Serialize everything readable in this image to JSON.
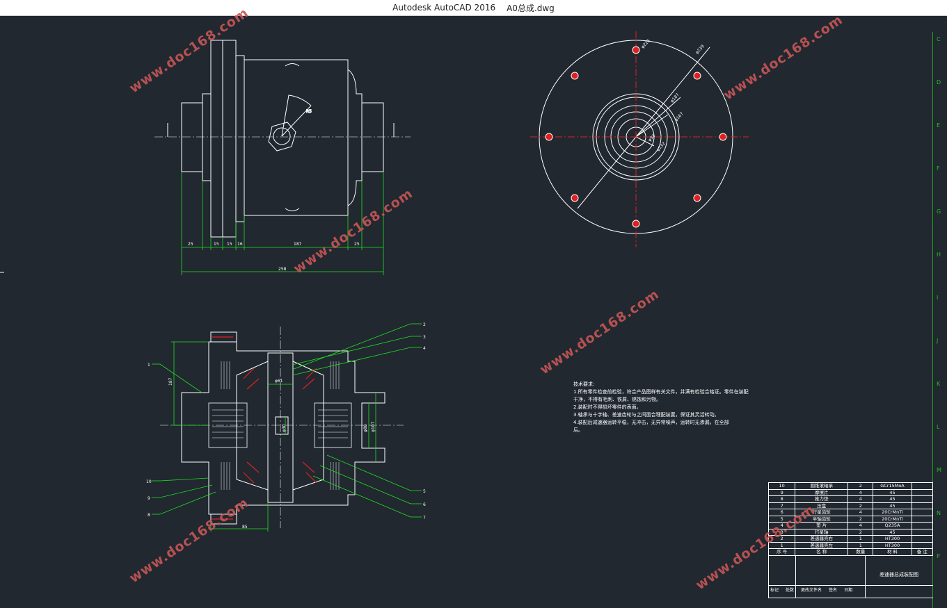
{
  "window": {
    "app_title": "Autodesk AutoCAD 2016",
    "file_name": "A0总成.dwg"
  },
  "watermark": "www.doc168.com",
  "dimensions": {
    "front_bottom": [
      "25",
      "15",
      "15",
      "16",
      "187",
      "25"
    ],
    "front_total": "258",
    "front_left_dia": "φ",
    "front_radius": "R5",
    "top_view": [
      "φ239",
      "φ226",
      "φ187",
      "φ167",
      "φ132",
      "φ92"
    ],
    "section_d1": "φ61",
    "section_d2": "φ30",
    "section_d3": "φ88",
    "section_d4": "φ107",
    "section_left": "187",
    "section_bottom": "85"
  },
  "callouts": {
    "right": [
      "2",
      "3",
      "4",
      "5",
      "6",
      "7"
    ],
    "left": [
      "1",
      "10",
      "9",
      "8"
    ]
  },
  "tech_notes": {
    "title": "技术要求:",
    "lines": [
      "1.所有零件检查前检验，符合产品图样有关文件，并满有检验合格证。零件在装配",
      "  干净，不得有毛刺、铁屑、锈蚀和污物。",
      "2.装配时不得损坏零件的表面。",
      "3.轴承与十字轴、差速齿轮与之间面合理配装置，保证其灵活转动。",
      "4.装配后减速器运转平稳，无冲击，无异常噪声，运转时无渗漏，在全部",
      "  后。"
    ]
  },
  "ruler_labels": [
    "C",
    "D",
    "E",
    "F",
    "G",
    "H",
    "I",
    "J",
    "K",
    "L",
    "M",
    "N",
    "P"
  ],
  "bom": {
    "rows": [
      {
        "no": "10",
        "name": "圆锥滚轴承",
        "qty": "2",
        "material": "GCr15MoA",
        "note": ""
      },
      {
        "no": "9",
        "name": "摩擦片",
        "qty": "4",
        "material": "45",
        "note": ""
      },
      {
        "no": "8",
        "name": "推力垫",
        "qty": "4",
        "material": "45",
        "note": ""
      },
      {
        "no": "7",
        "name": "压盘",
        "qty": "2",
        "material": "45",
        "note": ""
      },
      {
        "no": "6",
        "name": "行星齿轮",
        "qty": "4",
        "material": "20CrMnTi",
        "note": ""
      },
      {
        "no": "5",
        "name": "半轴齿轮",
        "qty": "2",
        "material": "20CrMnTi",
        "note": ""
      },
      {
        "no": "4",
        "name": "垫 片",
        "qty": "4",
        "material": "Q235A",
        "note": ""
      },
      {
        "no": "3",
        "name": "行星轴",
        "qty": "2",
        "material": "45",
        "note": ""
      },
      {
        "no": "2",
        "name": "差速器壳右",
        "qty": "1",
        "material": "HT300",
        "note": ""
      },
      {
        "no": "1",
        "name": "差速器壳左",
        "qty": "1",
        "material": "HT300",
        "note": ""
      }
    ],
    "header": {
      "no": "序 号",
      "name": "名 称",
      "qty": "数量",
      "material": "材 料",
      "note": "备 注"
    },
    "drawing_title": "差速器总成装配图",
    "footer": [
      "标记",
      "处数",
      "更改文件名",
      "签名",
      "日期"
    ]
  },
  "colors": {
    "background": "#212830",
    "lines": "#ffffff",
    "dimensions": "#21e021",
    "center": "#e02020",
    "watermark": "#c85656"
  }
}
